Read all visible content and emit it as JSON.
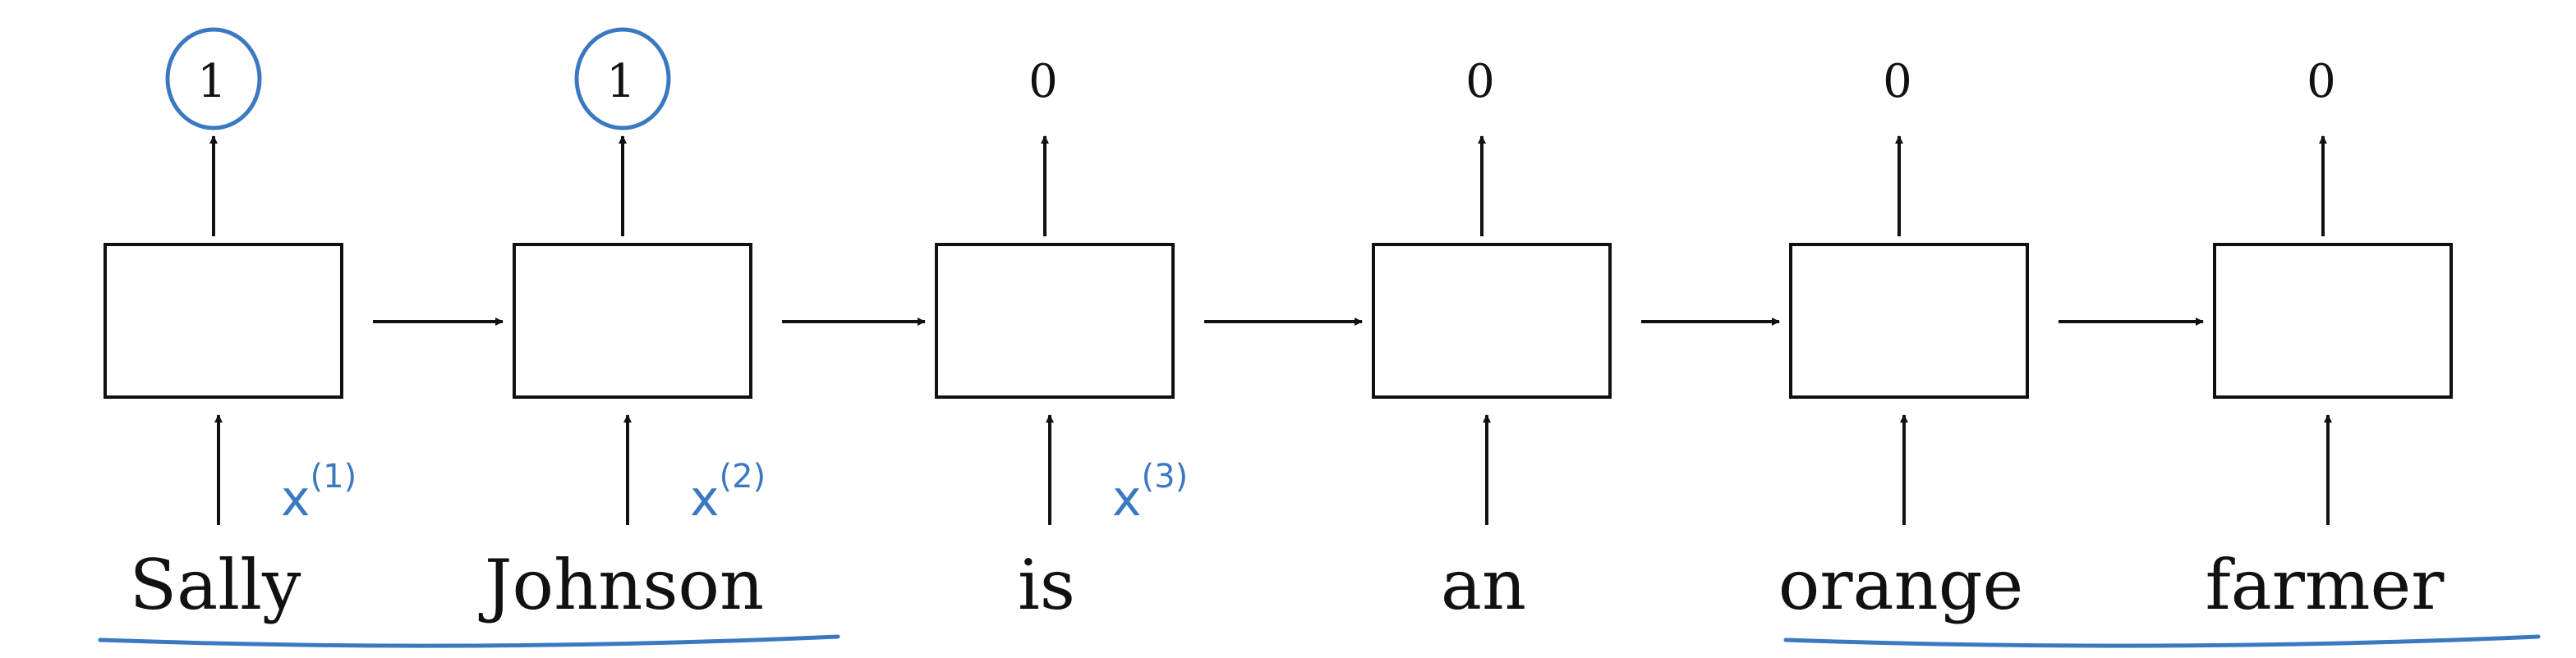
{
  "diagram": {
    "cells": [
      {
        "word": "Sally",
        "label": "1",
        "label_circled": true,
        "annotation": {
          "base": "x",
          "sup": "(1)"
        }
      },
      {
        "word": "Johnson",
        "label": "1",
        "label_circled": true,
        "annotation": {
          "base": "x",
          "sup": "(2)"
        }
      },
      {
        "word": "is",
        "label": "0",
        "label_circled": false,
        "annotation": {
          "base": "x",
          "sup": "(3)"
        }
      },
      {
        "word": "an",
        "label": "0",
        "label_circled": false,
        "annotation": null
      },
      {
        "word": "orange",
        "label": "0",
        "label_circled": false,
        "annotation": null
      },
      {
        "word": "farmer",
        "label": "0",
        "label_circled": false,
        "annotation": null
      }
    ],
    "underlined_spans": [
      {
        "from": 0,
        "to": 1
      },
      {
        "from": 4,
        "to": 5
      }
    ],
    "colors": {
      "ink": "#111111",
      "annotation": "#3b78c2"
    }
  }
}
